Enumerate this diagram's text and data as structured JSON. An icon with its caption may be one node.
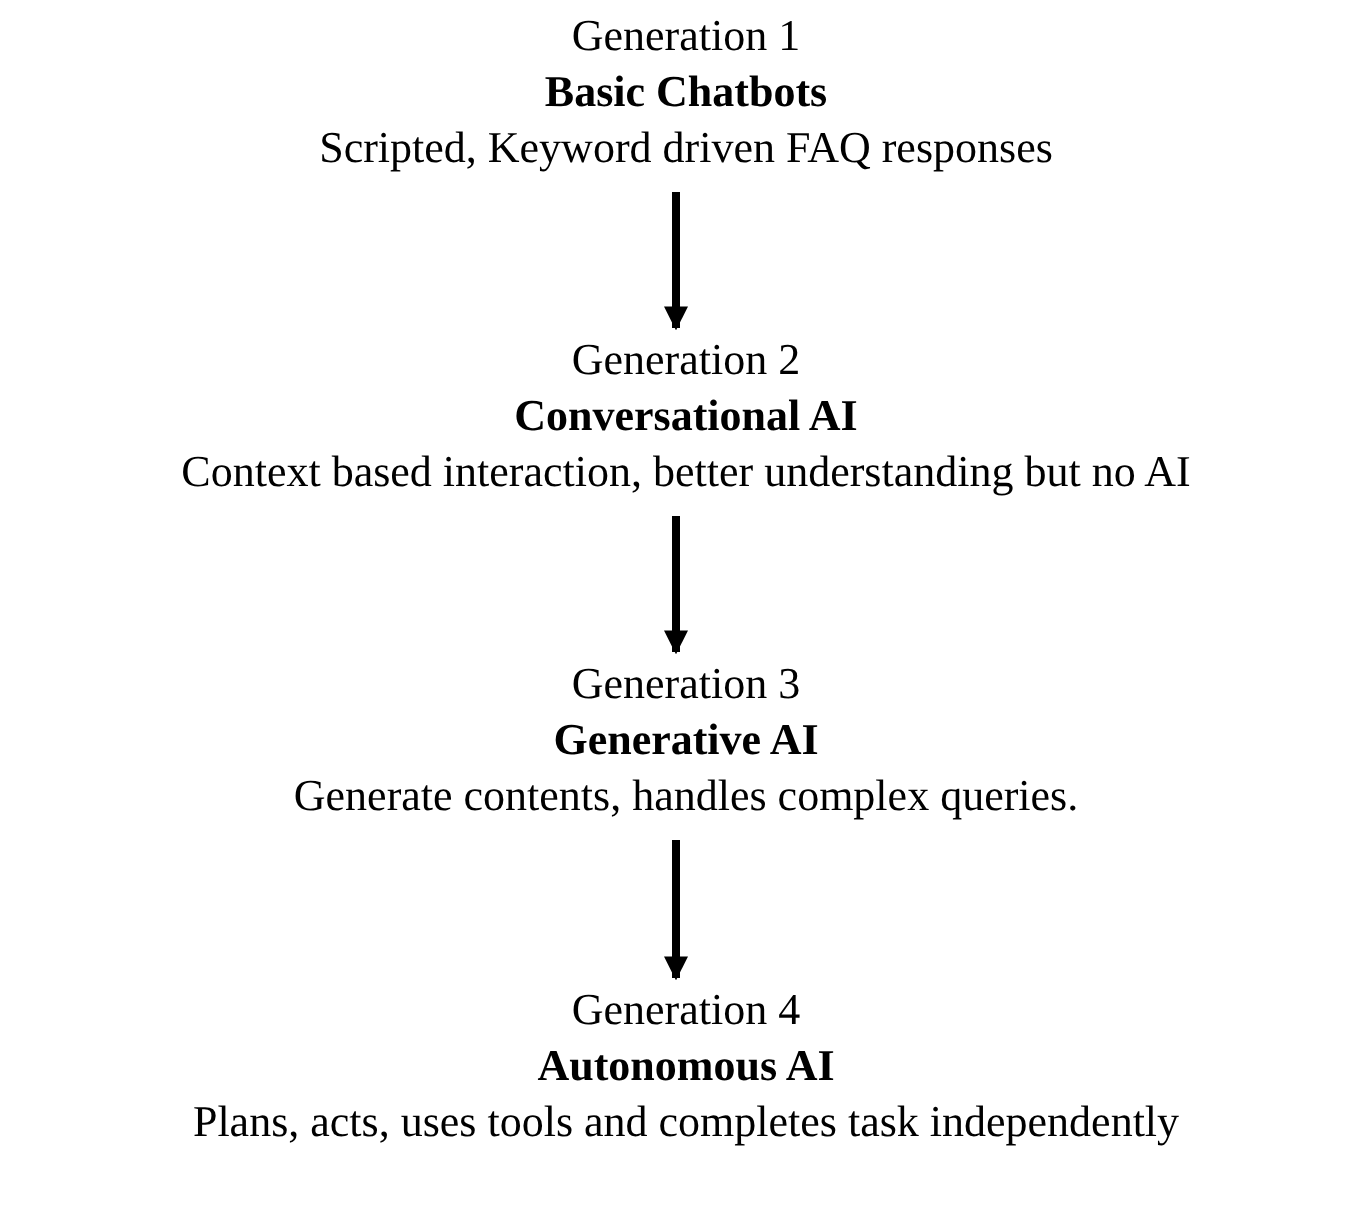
{
  "diagram": {
    "nodes": [
      {
        "text": [
          "Generation 1",
          "Basic Chatbots",
          "Scripted, Keyword driven FAQ responses"
        ]
      },
      {
        "text": [
          "Generation 2",
          "Conversational AI",
          "Context based interaction, better understanding but no AI"
        ]
      },
      {
        "text": [
          "Generation 3",
          "Generative AI",
          "Generate contents, handles complex queries."
        ]
      },
      {
        "text": [
          "Generation 4",
          "Autonomous AI",
          "Plans, acts, uses tools and completes task independently"
        ]
      }
    ],
    "edges": [
      {
        "from": 0,
        "to": 1,
        "arrow": "to"
      },
      {
        "from": 1,
        "to": 2,
        "arrow": "to"
      },
      {
        "from": 2,
        "to": 3,
        "arrow": "to"
      }
    ]
  }
}
